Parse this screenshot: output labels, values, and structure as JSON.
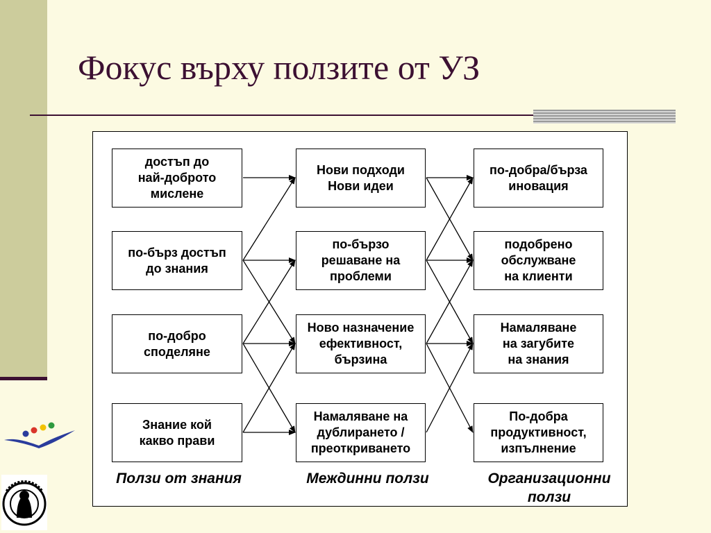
{
  "slide": {
    "title": "Фокус върху ползите от УЗ"
  },
  "columns": [
    {
      "label": "Ползи от знания",
      "boxes": [
        "достъп до\nнай-доброто\nмислене",
        "по-бърз достъп\nдо знания",
        "по-добро\nсподеляне",
        "Знание кой\nкакво прави"
      ]
    },
    {
      "label": "Междинни ползи",
      "boxes": [
        "Нови подходи\nНови идеи",
        "по-бързо\nрешаване на\nпроблеми",
        "Ново назначение\nефективност,\nбързина",
        "Намаляване на\nдублирането /\nпреоткриването"
      ]
    },
    {
      "label": "Организационни\nползи",
      "boxes": [
        "по-добра/бърза\nиновация",
        "подобрено\nобслужване\nна клиенти",
        "Намаляване\nна загубите\nна знания",
        "По-добра\nпродуктивност,\nизпълнение"
      ]
    }
  ],
  "connections": {
    "left_to_middle": [
      [
        0,
        0
      ],
      [
        1,
        0
      ],
      [
        1,
        1
      ],
      [
        1,
        2
      ],
      [
        2,
        1
      ],
      [
        2,
        2
      ],
      [
        2,
        3
      ],
      [
        3,
        2
      ],
      [
        3,
        3
      ]
    ],
    "middle_to_right": [
      [
        0,
        0
      ],
      [
        0,
        1
      ],
      [
        1,
        0
      ],
      [
        1,
        1
      ],
      [
        1,
        2
      ],
      [
        2,
        1
      ],
      [
        2,
        2
      ],
      [
        2,
        3
      ],
      [
        3,
        2
      ]
    ]
  },
  "colors": {
    "title": "#3c1032",
    "sidebar": "#cccc9c",
    "background": "#fcfae2"
  },
  "logos": {
    "university_seal": "СВ. КЛИМЕНТ ОХРИДСКИ"
  }
}
